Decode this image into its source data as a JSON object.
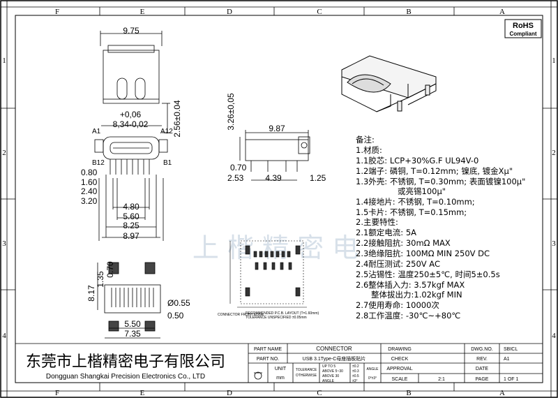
{
  "border": {
    "zones_top": [
      "F",
      "E",
      "D",
      "C",
      "B",
      "A"
    ],
    "zones_bottom": [
      "F",
      "E",
      "D",
      "C",
      "B",
      "A"
    ],
    "rows_left": [
      "1",
      "2",
      "3",
      "4"
    ],
    "rows_right": [
      "1",
      "2",
      "3",
      "4"
    ]
  },
  "rohs": {
    "line1": "RoHS",
    "line2": "Compliant"
  },
  "dimensions": {
    "top_width": "9.75",
    "height_side": "2.56±0.04",
    "tol_plus": "+0,06",
    "width_834": "8,34-0,02",
    "a1": "A1",
    "a12": "A12",
    "b12": "B12",
    "b1": "B1",
    "d080": "0.80",
    "d160": "1.60",
    "d240": "2.40",
    "d320": "3.20",
    "d480": "4.80",
    "d560": "5.60",
    "d825": "8.25",
    "d897": "8.97",
    "d326": "3.26±0,05",
    "d987": "9.87",
    "d070b": "0.70",
    "d253": "2.53",
    "d439": "4.39",
    "d125": "1.25",
    "d817": "8.17",
    "d135": "1.35",
    "d070c": "0.70",
    "dia055": "Ø0.55",
    "d050": "0.50",
    "d550": "5.50",
    "d735": "7.35"
  },
  "notes": {
    "title": "备注:",
    "lines": [
      "1.材质:",
      "1.1胶芯: LCP+30%G.F UL94V-0",
      "1.2端子: 磷铜, T=0.12mm; 镍底, 镀金Xμ\"",
      "1.3外壳: 不锈钢, T=0.30mm; 表面镀镍100μ\"",
      "或亮锡100μ\"",
      "1.4接地片: 不锈钢, T=0.10mm;",
      "1.5卡片: 不锈钢, T=0.15mm;",
      "2.主要特性:",
      "2.1额定电流: 5A",
      "2.2接触阻抗: 30mΩ MAX",
      "2.3绝缘阻抗: 100MΩ MIN 250V DC",
      "2.4耐压测试: 250V AC",
      "2.5沾锡性: 温度250±5℃, 时间5±0.5s",
      "2.6整体插入力: 3.57kgf MAX",
      "整体拔出力:1.02kgf MIN",
      "2.7使用寿命: 10000次",
      "2.8工作温度: -30℃~+80℃"
    ]
  },
  "watermark": "上 楷 精 密 电",
  "company": {
    "name_cn": "东莞市上楷精密电子有限公司",
    "name_en": "Dongguan Shangkai Precision Electronics Co., LTD"
  },
  "title_block": {
    "part_name_label": "PART NAME",
    "part_name_value": "CONNECTOR",
    "part_no_label": "PART NO.",
    "part_no_value": "USB 3.1Type-C母座插板贴片",
    "unit_label": "UNIT",
    "unit_value": "mm",
    "tolerance_label": "TOLERANCE",
    "otherwise_label": "OTHERWISE",
    "tol_up5": "UP TO 5",
    "tol_up5_val": "±0.2",
    "tol_above5": "ABOVE 5~30",
    "tol_above5_val": "±0.3",
    "tol_above30": "ABOVE 30",
    "tol_above30_val": "±0.5",
    "tol_angle": "ANGLE",
    "tol_angle_val": "±3°",
    "angle_label": "ANGLE",
    "angle_val": "0°±3°",
    "drawing": "DRAWING",
    "check": "CHECK",
    "approval": "APPROVAL",
    "scale_label": "SCALE",
    "scale_value": "2:1",
    "dwg_label": "DWG.NO.",
    "dwg_value": "SBICL",
    "rev_label": "REV.",
    "rev_value": "A1",
    "date_label": "DATE",
    "page_label": "PAGE",
    "page_value": "1 OF 1"
  },
  "footprint": {
    "connector_label": "CONNECTOR\nFRONT EDGE",
    "layout_label": "RECOMMENDED P.C.B. LAYOUT (T=1.60mm)",
    "tol_label": "TOLERANCE UNSPECIFIED ±0.05mm"
  }
}
